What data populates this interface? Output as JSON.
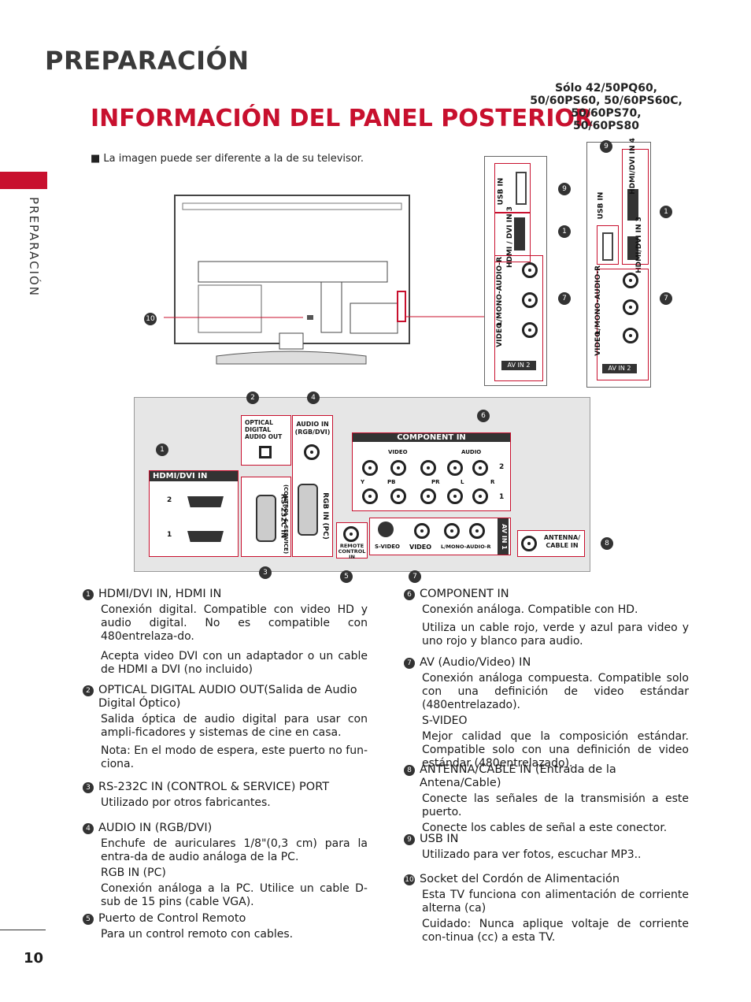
{
  "page_title": "PREPARACIÓN",
  "section_title": "INFORMACIÓN DEL PANEL POSTERIOR",
  "side_label": "PREPARACIÓN",
  "models_note": [
    "Sólo 42/50PQ60,",
    "50/60PS60, 50/60PS60C,",
    "50/60PS70,",
    "50/60PS80"
  ],
  "image_note": "■ La imagen puede ser diferente a la de su televisor.",
  "page_number": "10",
  "figure": {
    "left_panel": {
      "usb": "USB IN",
      "hdmi": "HDMI / DVI IN 3",
      "audio": "L/MONO-AUDIO-R",
      "video": "VIDEO",
      "av": "AV IN 2"
    },
    "right_panel": {
      "usb": "USB IN",
      "hdmi4": "HDMI/DVI IN 4",
      "hdmi3": "HDMI/DVI IN 3",
      "audio": "L/MONO-AUDIO-R",
      "video": "VIDEO",
      "av": "AV IN 2"
    },
    "main_panel": {
      "hdmi_header": "HDMI/DVI IN",
      "hdmi_2": "2",
      "hdmi_1": "1",
      "optical": "OPTICAL DIGITAL AUDIO OUT",
      "audio_in": "AUDIO IN (RGB/DVI)",
      "rs232": "RS-232C IN",
      "rs232_sub": "(CONTROL & SERVICE)",
      "rgb_in": "RGB IN (PC)",
      "remote": "REMOTE CONTROL IN",
      "component": "COMPONENT IN",
      "comp_video": "VIDEO",
      "comp_audio": "AUDIO",
      "y": "Y",
      "pb": "PB",
      "pr": "PR",
      "l": "L",
      "r": "R",
      "row2": "2",
      "row1": "1",
      "svideo": "S-VIDEO",
      "video": "VIDEO",
      "av_audio": "L/MONO-AUDIO-R",
      "av_in1": "AV IN 1",
      "antenna": "ANTENNA/ CABLE IN"
    },
    "callouts": [
      "1",
      "2",
      "3",
      "4",
      "5",
      "6",
      "7",
      "8",
      "9",
      "10"
    ]
  },
  "items_left": [
    {
      "n": "1",
      "head": "HDMI/DVI IN, HDMI IN",
      "paras": [
        "Conexión digital. Compatible con video HD y audio digital. No es compatible con 480entrelaza-do.",
        "Acepta video DVI con un adaptador o un cable de HDMI a DVI (no incluido)"
      ]
    },
    {
      "n": "2",
      "head": "OPTICAL DIGITAL AUDIO OUT(Salida de Audio Digital Óptico)",
      "paras": [
        "Salida óptica de audio digital para usar con ampli-ficadores y sistemas de cine en casa.",
        "Nota: En el modo de espera, este puerto no fun-ciona."
      ]
    },
    {
      "n": "3",
      "head": "RS-232C IN (CONTROL & SERVICE) PORT",
      "paras": [
        "Utilizado por otros fabricantes."
      ]
    },
    {
      "n": "4",
      "head": "AUDIO IN (RGB/DVI)",
      "paras": [
        "Enchufe de auriculares 1/8\"(0,3 cm) para la entra-da de audio análoga de la PC."
      ],
      "sub": "RGB IN (PC)",
      "subparas": [
        "Conexión análoga a la PC. Utilice un cable D-sub de 15 pins (cable VGA)."
      ]
    },
    {
      "n": "5",
      "head": "Puerto de Control Remoto",
      "paras": [
        "Para un control remoto con cables."
      ]
    }
  ],
  "items_right": [
    {
      "n": "6",
      "head": "COMPONENT IN",
      "paras": [
        "Conexión análoga. Compatible con HD.",
        "Utiliza un cable rojo, verde y azul para video y uno rojo y blanco para audio."
      ]
    },
    {
      "n": "7",
      "head": "AV (Audio/Video) IN",
      "paras": [
        "Conexión análoga compuesta. Compatible solo con una definición de video estándar (480entrelazado)."
      ],
      "sub": "S-VIDEO",
      "subparas": [
        "Mejor calidad que la composición estándar. Compatible solo con una definición de video estándar (480entrelazado)."
      ]
    },
    {
      "n": "8",
      "head": "ANTENNA/CABLE IN (Entrada de la Antena/Cable)",
      "paras": [
        "Conecte las señales de la transmisión a este puerto.",
        "Conecte los cables de señal a este conector."
      ]
    },
    {
      "n": "9",
      "head": "USB IN",
      "paras": [
        "Utilizado para ver fotos, escuchar MP3.."
      ]
    },
    {
      "n": "10",
      "head": "Socket del Cordón de Alimentación",
      "paras": [
        "Esta TV funciona con alimentación de corriente alterna (ca)",
        "Cuidado: Nunca aplique voltaje de corriente con-tinua (cc) a esta TV."
      ]
    }
  ]
}
